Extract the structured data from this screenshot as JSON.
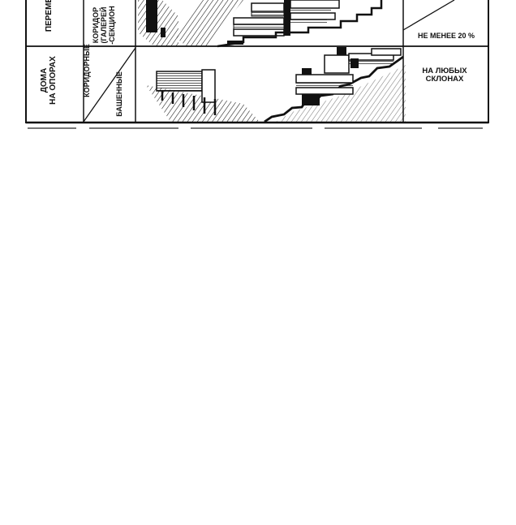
{
  "colors": {
    "ink": "#111111",
    "paper": "#ffffff"
  },
  "rows": [
    {
      "group_label": "ПЕРЕМЕ",
      "subtype_label_lines": [
        "КОРИДОР",
        "(ГАЛЕРЕЙ",
        "-СЕКЦИОН"
      ],
      "condition": "НЕ МЕНЕЕ 20 %"
    },
    {
      "group_label_lines": [
        "ДОМА",
        "НА ОПОРАХ"
      ],
      "subtype_upper": "КОРИДОРНЫЕ",
      "subtype_lower": "БАШЕННЫЕ",
      "condition_lines": [
        "НА ЛЮБЫХ",
        "СКЛОНАХ"
      ]
    }
  ]
}
